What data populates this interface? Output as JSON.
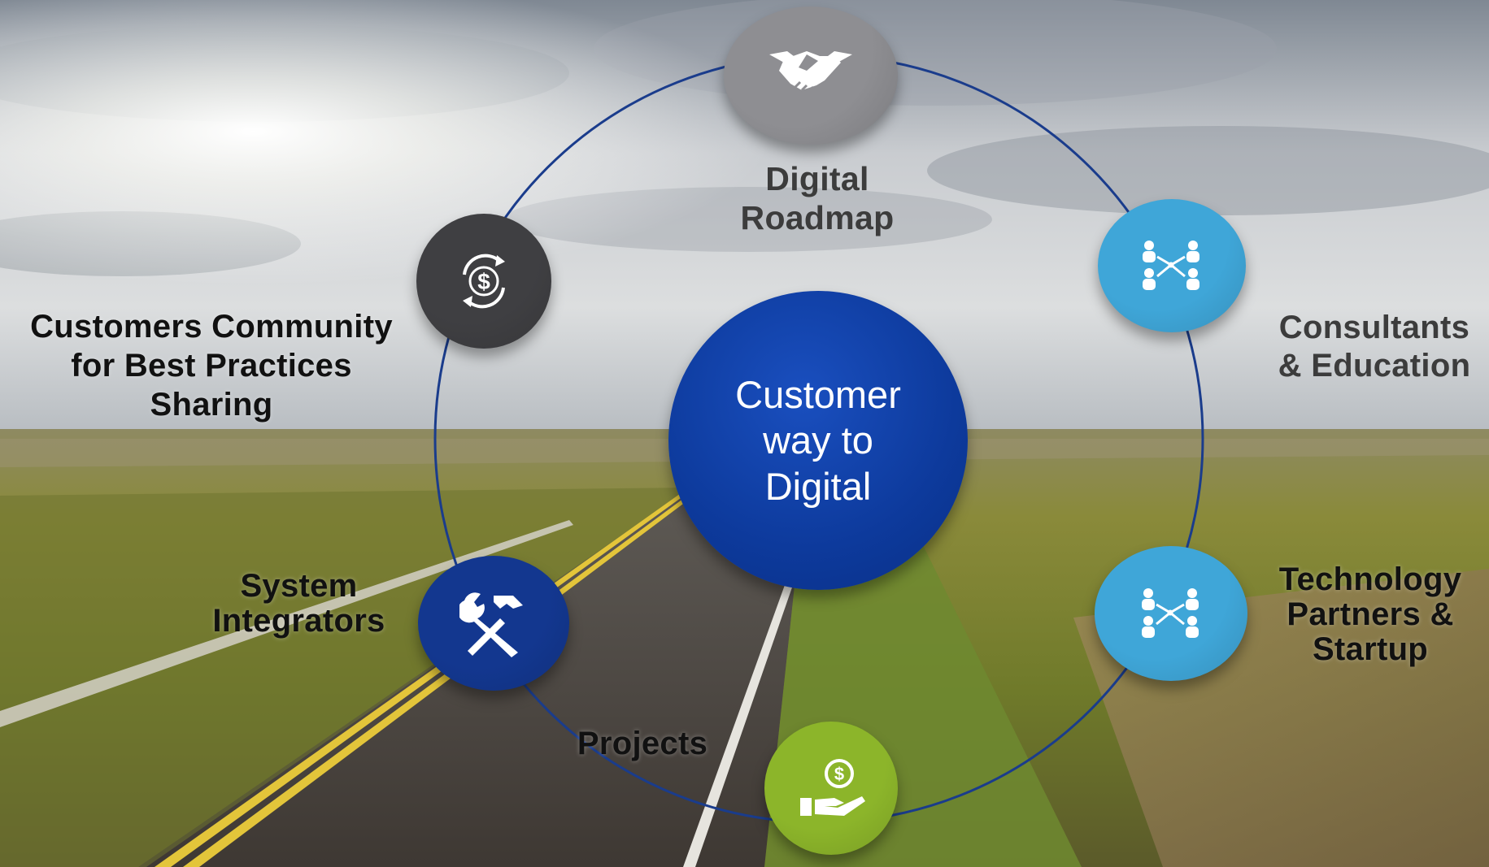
{
  "center": {
    "line1": "Customer",
    "line2": "way to",
    "line3": "Digital",
    "color": "#0d3a9c"
  },
  "ring_color": "#1a3c8c",
  "nodes": [
    {
      "id": "digital-roadmap",
      "lines": [
        "Digital",
        "Roadmap"
      ],
      "icon": "handshake-icon",
      "color": "#8e8e92"
    },
    {
      "id": "consultants-education",
      "lines": [
        "Consultants",
        "& Education"
      ],
      "icon": "people-network-icon",
      "color": "#3fa6d8"
    },
    {
      "id": "technology-partners",
      "lines": [
        "Technology",
        "Partners &",
        "Startup"
      ],
      "icon": "people-network-icon",
      "color": "#3fa6d8"
    },
    {
      "id": "projects",
      "lines": [
        "Projects"
      ],
      "icon": "hand-money-icon",
      "color": "#8cb52a"
    },
    {
      "id": "system-integrators",
      "lines": [
        "System",
        "Integrators"
      ],
      "icon": "hammer-wrench-icon",
      "color": "#13378f"
    },
    {
      "id": "customers-community",
      "lines": [
        "Customers Community",
        "for Best Practices",
        "Sharing"
      ],
      "icon": "dollar-cycle-icon",
      "color": "#3f3f42"
    }
  ]
}
